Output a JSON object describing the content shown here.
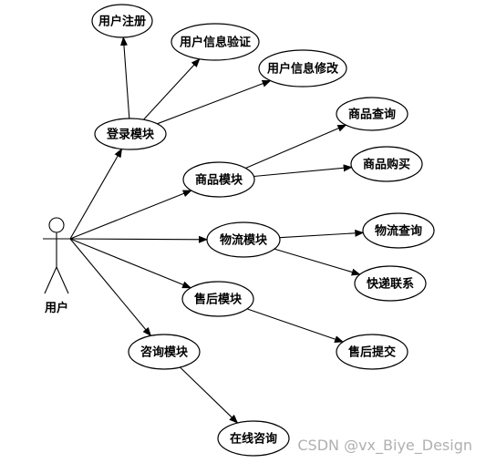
{
  "actor": {
    "label": "用户"
  },
  "nodes": [
    {
      "id": "register",
      "label": "用户注册"
    },
    {
      "id": "info_verify",
      "label": "用户信息验证"
    },
    {
      "id": "info_modify",
      "label": "用户信息修改"
    },
    {
      "id": "login",
      "label": "登录模块"
    },
    {
      "id": "product_query",
      "label": "商品查询"
    },
    {
      "id": "product_module",
      "label": "商品模块"
    },
    {
      "id": "product_buy",
      "label": "商品购买"
    },
    {
      "id": "logistics_module",
      "label": "物流模块"
    },
    {
      "id": "logistics_query",
      "label": "物流查询"
    },
    {
      "id": "courier_contact",
      "label": "快递联系"
    },
    {
      "id": "aftersale_module",
      "label": "售后模块"
    },
    {
      "id": "aftersale_submit",
      "label": "售后提交"
    },
    {
      "id": "consult_module",
      "label": "咨询模块"
    },
    {
      "id": "online_consult",
      "label": "在线咨询"
    }
  ],
  "edges": [
    {
      "from": "actor",
      "to": "login"
    },
    {
      "from": "actor",
      "to": "product_module"
    },
    {
      "from": "actor",
      "to": "logistics_module"
    },
    {
      "from": "actor",
      "to": "aftersale_module"
    },
    {
      "from": "actor",
      "to": "consult_module"
    },
    {
      "from": "login",
      "to": "register"
    },
    {
      "from": "login",
      "to": "info_verify"
    },
    {
      "from": "login",
      "to": "info_modify"
    },
    {
      "from": "product_module",
      "to": "product_query"
    },
    {
      "from": "product_module",
      "to": "product_buy"
    },
    {
      "from": "logistics_module",
      "to": "logistics_query"
    },
    {
      "from": "logistics_module",
      "to": "courier_contact"
    },
    {
      "from": "aftersale_module",
      "to": "aftersale_submit"
    },
    {
      "from": "consult_module",
      "to": "online_consult"
    }
  ],
  "watermark": "CSDN @vx_Biye_Design"
}
